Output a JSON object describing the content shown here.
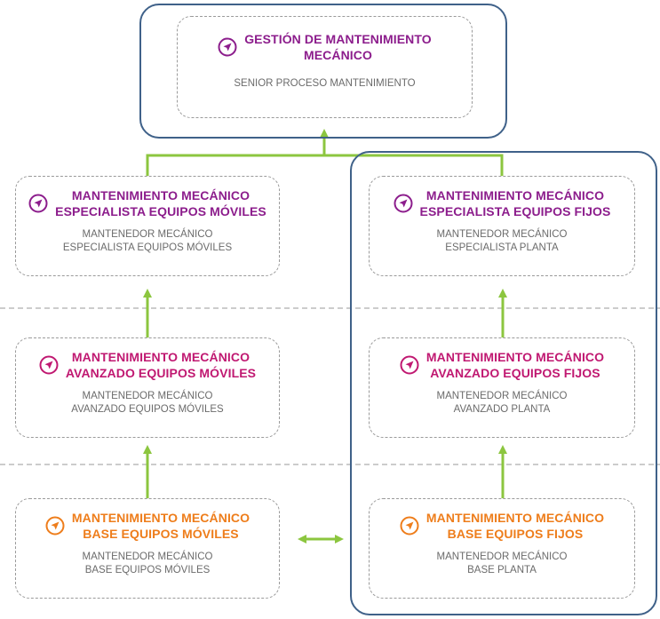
{
  "colors": {
    "purple": "#8c1d8c",
    "magenta": "#c01871",
    "orange": "#ee7d1b",
    "arrow_green": "#8cc63f",
    "frame_blue": "#3f6189",
    "dashed_border": "#9a9a9a",
    "subtitle_gray": "#6b6b6b"
  },
  "icon": "navigation-arrow-icon",
  "nodes": {
    "top": {
      "title_line1": "GESTIÓN DE MANTENIMIENTO",
      "title_line2": "MECÁNICO",
      "sub_line1": "SENIOR PROCESO MANTENIMIENTO"
    },
    "spec_moviles": {
      "title_line1": "MANTENIMIENTO MECÁNICO",
      "title_line2": "ESPECIALISTA EQUIPOS MÓVILES",
      "sub_line1": "MANTENEDOR MECÁNICO",
      "sub_line2": "ESPECIALISTA EQUIPOS MÓVILES"
    },
    "spec_fijos": {
      "title_line1": "MANTENIMIENTO MECÁNICO",
      "title_line2": "ESPECIALISTA EQUIPOS FIJOS",
      "sub_line1": "MANTENEDOR MECÁNICO",
      "sub_line2": "ESPECIALISTA PLANTA"
    },
    "avz_moviles": {
      "title_line1": "MANTENIMIENTO MECÁNICO",
      "title_line2": "AVANZADO EQUIPOS MÓVILES",
      "sub_line1": "MANTENEDOR MECÁNICO",
      "sub_line2": "AVANZADO EQUIPOS MÓVILES"
    },
    "avz_fijos": {
      "title_line1": "MANTENIMIENTO MECÁNICO",
      "title_line2": "AVANZADO EQUIPOS FIJOS",
      "sub_line1": "MANTENEDOR MECÁNICO",
      "sub_line2": "AVANZADO PLANTA"
    },
    "base_moviles": {
      "title_line1": "MANTENIMIENTO MECÁNICO",
      "title_line2": "BASE EQUIPOS MÓVILES",
      "sub_line1": "MANTENEDOR MECÁNICO",
      "sub_line2": "BASE EQUIPOS MÓVILES"
    },
    "base_fijos": {
      "title_line1": "MANTENIMIENTO MECÁNICO",
      "title_line2": "BASE EQUIPOS FIJOS",
      "sub_line1": "MANTENEDOR MECÁNICO",
      "sub_line2": "BASE PLANTA"
    }
  }
}
